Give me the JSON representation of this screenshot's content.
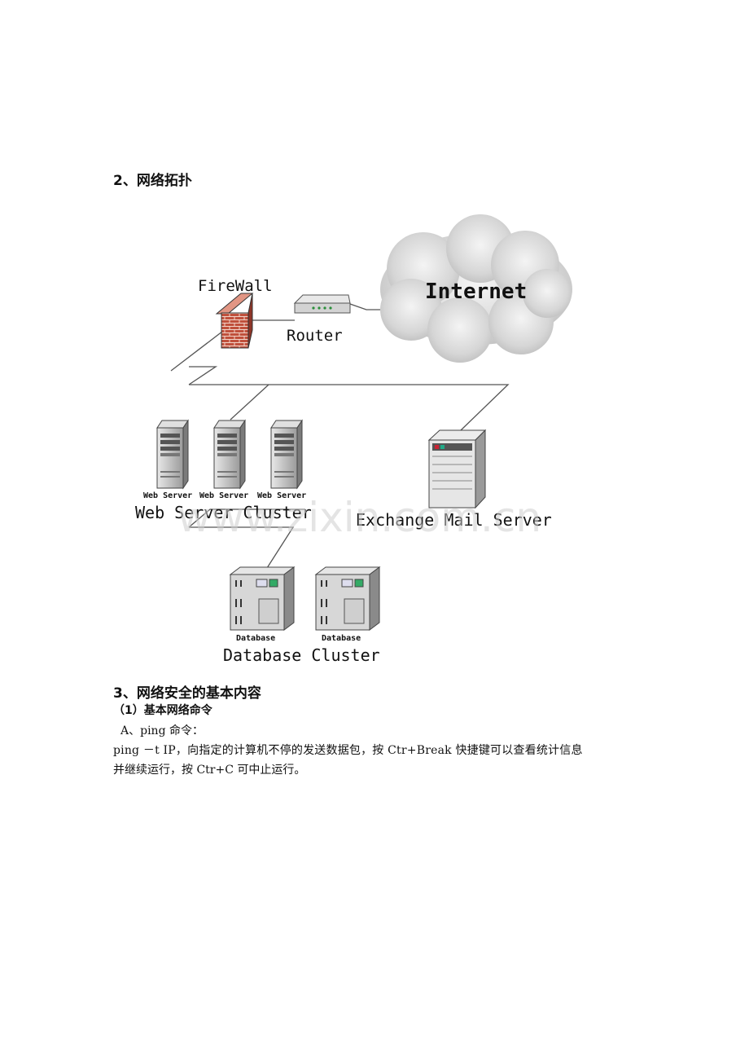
{
  "section2_title": "2、网络拓扑",
  "diagram": {
    "internet_label": "Internet",
    "firewall_label": "FireWall",
    "router_label": "Router",
    "web_server_label": "Web Server",
    "web_cluster_label": "Web Server Cluster",
    "mail_server_label": "Exchange Mail Server",
    "database_label": "Database",
    "database_cluster_label": "Database Cluster",
    "watermark": "www.zixin.com.cn"
  },
  "section3_title": "3、网络安全的基本内容",
  "subsection1_title": "（1）基本网络命令",
  "item_a": "A、ping 命令：",
  "para_line1": "ping  －t  IP，向指定的计算机不停的发送数据包，按 Ctr+Break 快捷键可以查看统计信息",
  "para_line2": "并继续运行，按 Ctr+C 可中止运行。"
}
